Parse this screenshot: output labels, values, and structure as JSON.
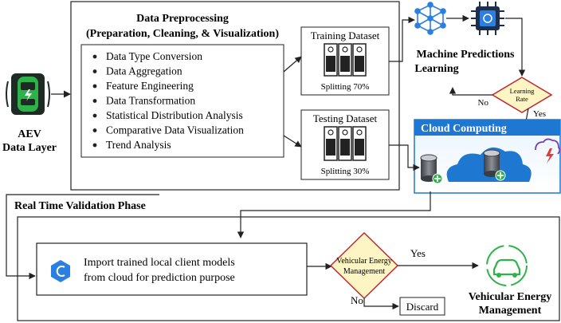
{
  "aev": {
    "label_line1": "AEV",
    "label_line2": "Data Layer"
  },
  "preprocessing": {
    "title_line1": "Data Preprocessing",
    "title_line2": "(Preparation, Cleaning, & Visualization)",
    "steps": [
      "Data Type Conversion",
      "Data Aggregation",
      "Feature Engineering",
      "Data Transformation",
      "Statistical Distribution Analysis",
      "Comparative Data Visualization",
      "Trend Analysis"
    ]
  },
  "training": {
    "title": "Training Dataset",
    "split": "Splitting 70%"
  },
  "testing": {
    "title": "Testing Dataset",
    "split": "Splitting 30%"
  },
  "ml": {
    "label_line1": "Machine Predictions",
    "label_line2": "Learning"
  },
  "learning_rate": {
    "label_line1": "Learning",
    "label_line2": "Rate",
    "no": "No",
    "yes": "Yes"
  },
  "cloud": {
    "title": "Cloud Computing"
  },
  "validation": {
    "phase_title": "Real Time Validation Phase",
    "import_line1": "Import trained local client models",
    "import_line2": "from cloud for prediction purpose",
    "decision_line1": "Vehicular Energy",
    "decision_line2": "Management",
    "yes": "Yes",
    "no": "No",
    "discard": "Discard",
    "result_line1": "Vehicular Energy",
    "result_line2": "Management"
  },
  "colors": {
    "decision_fill": "#fdf6c4",
    "decision_stroke": "#c0272d",
    "cloud_blue": "#1e78d2",
    "icon_blue": "#2a7fe0",
    "green": "#2eb34a"
  }
}
